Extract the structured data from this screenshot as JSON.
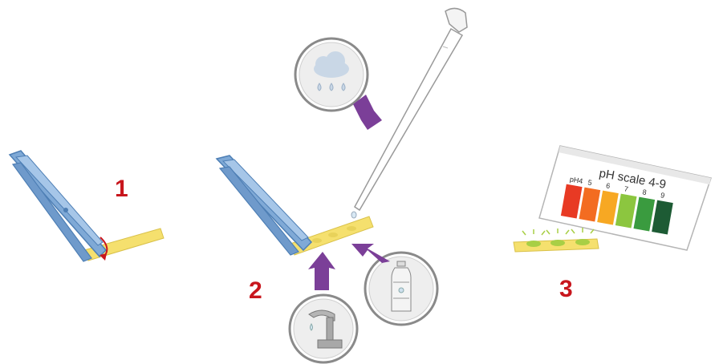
{
  "steps": [
    {
      "number": "1"
    },
    {
      "number": "2"
    },
    {
      "number": "3"
    }
  ],
  "sources": [
    {
      "icon": "rain-cloud-icon"
    },
    {
      "icon": "tap-icon"
    },
    {
      "icon": "water-bottle-icon"
    }
  ],
  "ph_card": {
    "title": "pH scale 4-9",
    "scale_labels": [
      "pH4",
      "5",
      "6",
      "7",
      "8",
      "9"
    ],
    "scale_colors": [
      "#e83a24",
      "#f36c21",
      "#f7a823",
      "#8cc63f",
      "#3a9b3f",
      "#1d5b34"
    ]
  },
  "colors": {
    "step_number": "#c8161d",
    "arrow": "#7b3f98",
    "tweezers": "#7fa9d6",
    "strip": "#f5e06e",
    "strip_green_spots": "#a8cf45"
  }
}
